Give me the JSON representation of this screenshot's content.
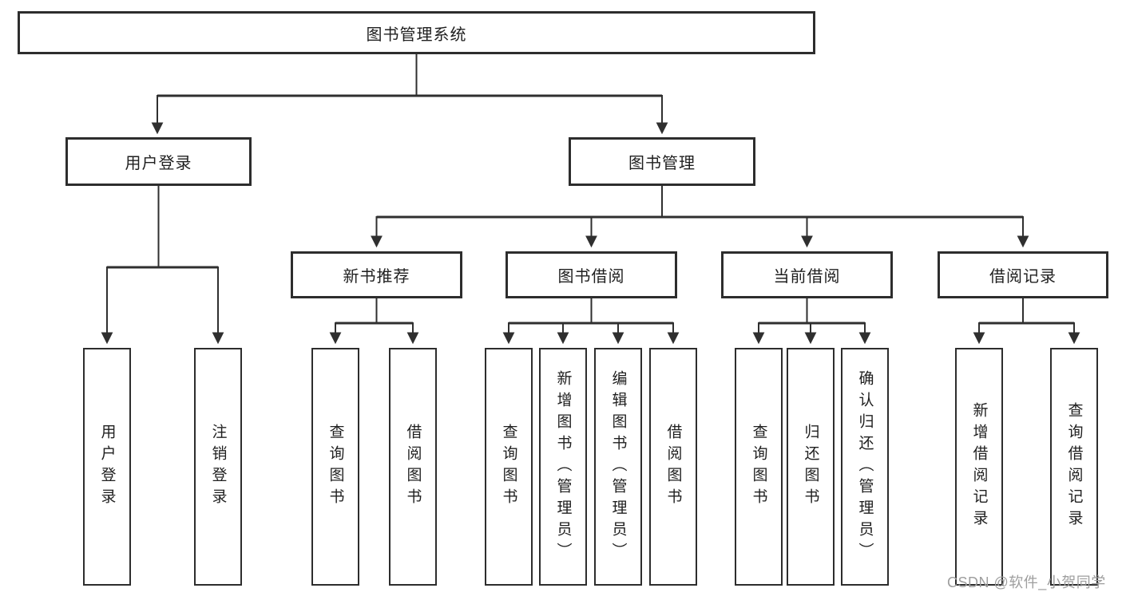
{
  "diagram": {
    "root": {
      "label": "图书管理系统"
    },
    "branches": [
      {
        "label": "用户登录",
        "children": [
          {
            "label": "用户登录"
          },
          {
            "label": "注销登录"
          }
        ]
      },
      {
        "label": "图书管理",
        "groups": [
          {
            "label": "新书推荐",
            "children": [
              {
                "label": "查询图书"
              },
              {
                "label": "借阅图书"
              }
            ]
          },
          {
            "label": "图书借阅",
            "children": [
              {
                "label": "查询图书"
              },
              {
                "label": "新增图书（管理员）"
              },
              {
                "label": "编辑图书（管理员）"
              },
              {
                "label": "借阅图书"
              }
            ]
          },
          {
            "label": "当前借阅",
            "children": [
              {
                "label": "查询图书"
              },
              {
                "label": "归还图书"
              },
              {
                "label": "确认归还（管理员）"
              }
            ]
          },
          {
            "label": "借阅记录",
            "children": [
              {
                "label": "新增借阅记录"
              },
              {
                "label": "查询借阅记录"
              }
            ]
          }
        ]
      }
    ],
    "line_color": "#2f2f2f",
    "watermark": "CSDN @软件_小贺同学"
  }
}
